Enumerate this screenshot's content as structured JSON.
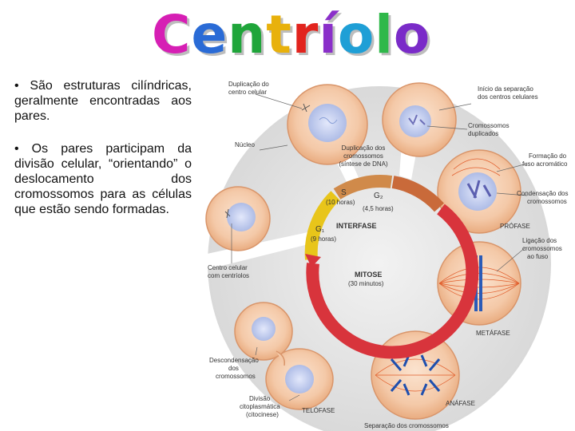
{
  "title": "Centríolo",
  "title_colors": [
    "#d61fb4",
    "#2a6bd6",
    "#1fa53a",
    "#e8b10c",
    "#e2241e",
    "#8a2fc9",
    "#1f9fd6",
    "#2fb84a",
    "#7a2bc8"
  ],
  "bullets": [
    "• São estruturas cilíndricas, geralmente encontradas aos pares.",
    "• Os pares participam da divisão celular, “orientando” o deslocamento dos cromossomos para as células que estão sendo formadas."
  ],
  "figure": {
    "labels": {
      "dup_centro": [
        "Duplicação do",
        "centro celular"
      ],
      "inicio_sep": [
        "Início da separação",
        "dos centros celulares"
      ],
      "cromossomos_dup": [
        "Cromossomos",
        "duplicados"
      ],
      "nucleo": "Núcleo",
      "dup_cromossomos": [
        "Duplicação dos",
        "cromossomos",
        "(síntese de DNA)"
      ],
      "formacao_fuso": [
        "Formação do",
        "fuso acromático"
      ],
      "condensacao": [
        "Condensação dos",
        "cromossomos"
      ],
      "profase": "PRÓFASE",
      "ligacao": [
        "Ligação dos",
        "cromossomos",
        "ao fuso"
      ],
      "centro_celular": [
        "Centro celular",
        "com centríolos"
      ],
      "metafase": "METÁFASE",
      "descondensacao": [
        "Descondensação",
        "dos",
        "cromossomos"
      ],
      "anafase": "ANÁFASE",
      "divisao": [
        "Divisão",
        "citoplasmática",
        "(citocinese)"
      ],
      "telofase": "TELÓFASE",
      "separacao": "Separação dos cromossomos"
    },
    "cycle": {
      "s": "S",
      "s_time": "(10 horas)",
      "g2": "G₂",
      "g2_time": "(4,5 horas)",
      "g1": "G₁",
      "g1_time": "(9 horas)",
      "interfase": "INTERFASE",
      "mitose": "MITOSE",
      "mitose_time": "(30 minutos)"
    },
    "colors": {
      "g1": "#e8c51a",
      "s": "#d08a4a",
      "g2": "#c96a3a",
      "mitose": "#d8343c",
      "cell_fill": "#f4c9a8",
      "cell_stroke": "#d9956a",
      "nucleus": "#c9d3f0",
      "background_disc": "#e6e6e6"
    }
  }
}
